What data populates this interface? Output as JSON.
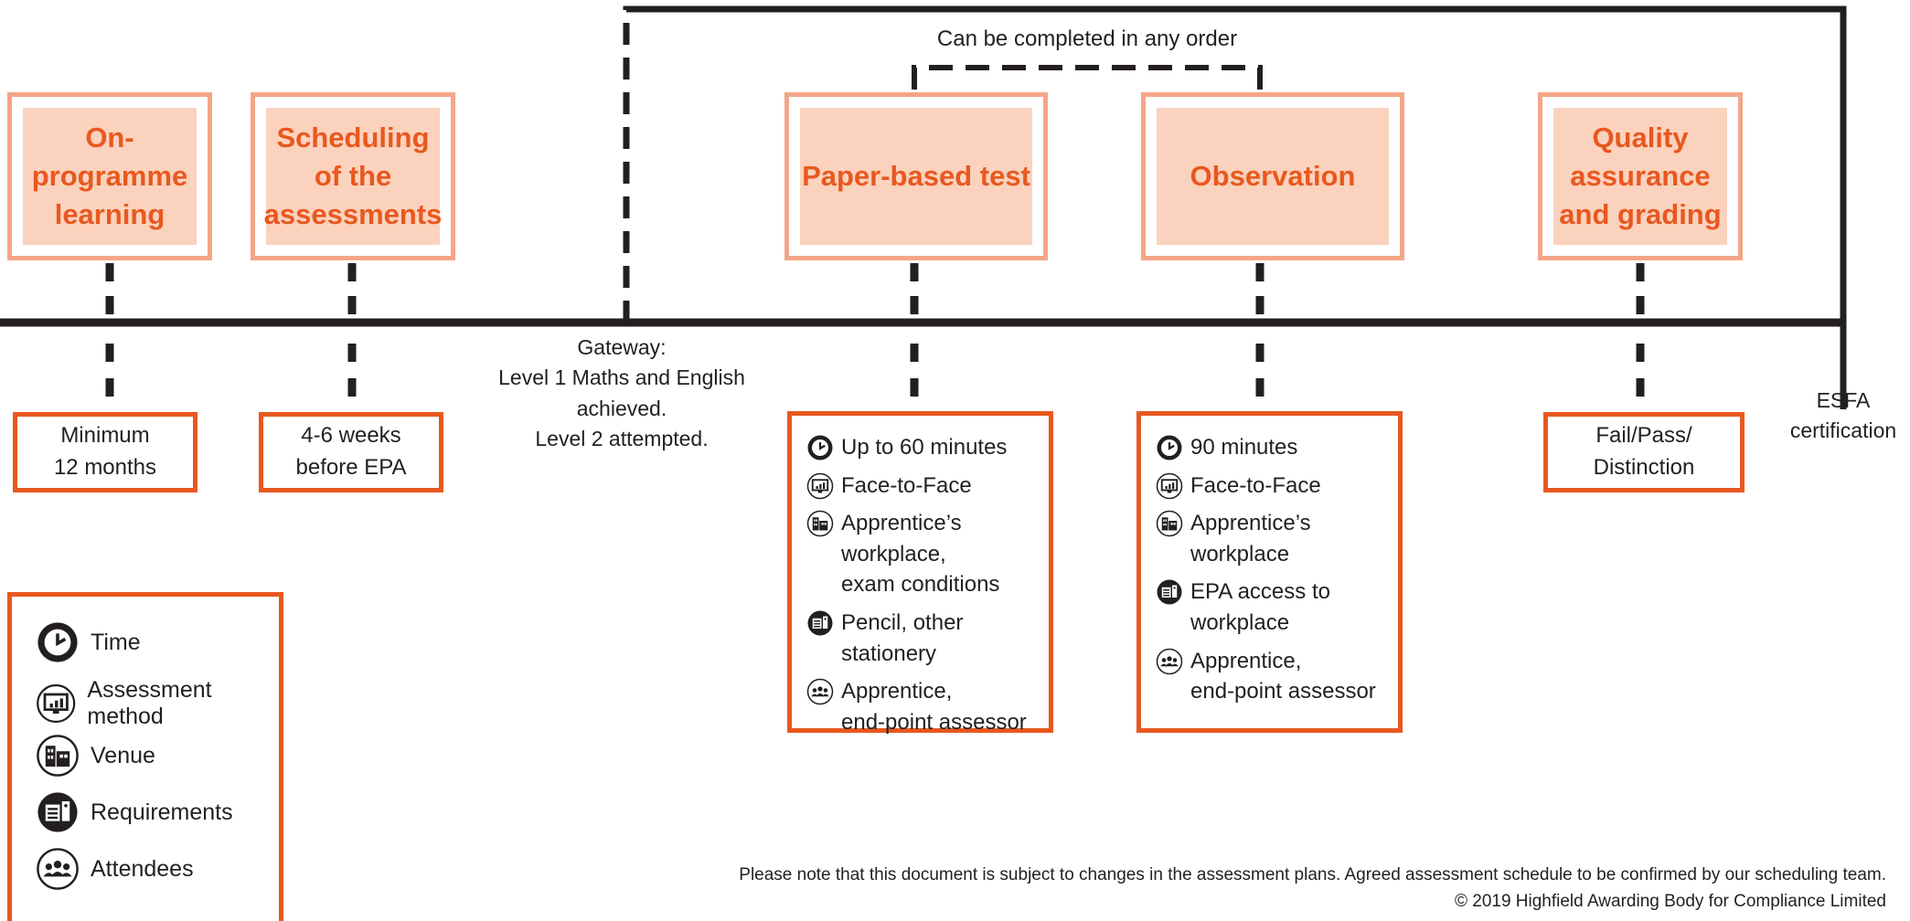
{
  "order_note": "Can be completed in any order",
  "stages": [
    {
      "id": "on-programme",
      "title": "On-programme\nlearning"
    },
    {
      "id": "scheduling",
      "title": "Scheduling\nof the\nassessments"
    },
    {
      "id": "paper-test",
      "title": "Paper-based test"
    },
    {
      "id": "observation",
      "title": "Observation"
    },
    {
      "id": "quality",
      "title": "Quality\nassurance\nand grading"
    }
  ],
  "info_boxes": [
    {
      "id": "minimum",
      "text": "Minimum\n12 months"
    },
    {
      "id": "weeks",
      "text": "4-6 weeks\nbefore EPA"
    },
    {
      "id": "grades",
      "text": "Fail/Pass/\nDistinction"
    }
  ],
  "gateway": "Gateway:\nLevel 1 Maths and English achieved.\nLevel 2 attempted.",
  "esfa": "ESFA\ncertification",
  "paper_details": [
    {
      "icon": "clock-icon",
      "text": "Up to 60 minutes"
    },
    {
      "icon": "monitor-icon",
      "text": "Face-to-Face"
    },
    {
      "icon": "building-icon",
      "text": "Apprentice’s workplace,\nexam conditions"
    },
    {
      "icon": "requirements-icon",
      "text": "Pencil, other stationery"
    },
    {
      "icon": "people-icon",
      "text": "Apprentice,\nend-point assessor"
    }
  ],
  "observation_details": [
    {
      "icon": "clock-icon",
      "text": "90 minutes"
    },
    {
      "icon": "monitor-icon",
      "text": "Face-to-Face"
    },
    {
      "icon": "building-icon",
      "text": "Apprentice’s workplace"
    },
    {
      "icon": "requirements-icon",
      "text": "EPA access to workplace"
    },
    {
      "icon": "people-icon",
      "text": "Apprentice,\nend-point assessor"
    }
  ],
  "legend": [
    {
      "icon": "clock-icon",
      "label": "Time"
    },
    {
      "icon": "monitor-icon",
      "label": "Assessment method"
    },
    {
      "icon": "building-icon",
      "label": "Venue"
    },
    {
      "icon": "requirements-icon",
      "label": "Requirements"
    },
    {
      "icon": "people-icon",
      "label": "Attendees"
    }
  ],
  "footer_note": "Please note that this document is subject to changes in the assessment plans.  Agreed assessment schedule to be confirmed by our scheduling team.",
  "copyright": "© 2019 Highfield Awarding Body for Compliance Limited",
  "colors": {
    "accent": "#e8581f",
    "stage_border": "#f4a688",
    "stage_fill": "#fbd2bd",
    "line": "#231f20"
  }
}
